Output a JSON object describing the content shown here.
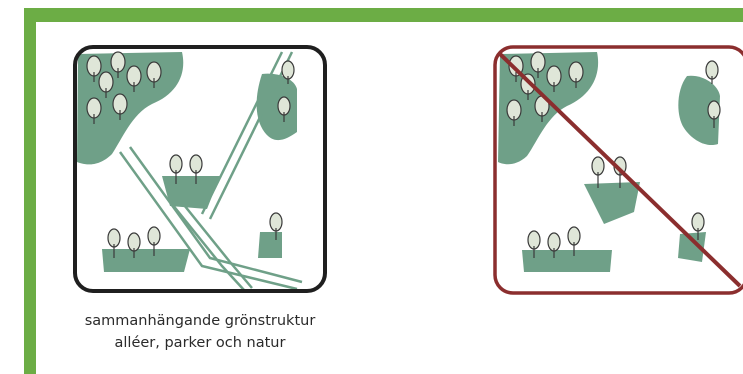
{
  "caption": {
    "line1": "sammanhängande grönstruktur",
    "line2": "alléer, parker och natur"
  },
  "panels": [
    {
      "kind": "connected-green-structure",
      "frame_color": "#1f1f1f",
      "crossed_out": false
    },
    {
      "kind": "fragmented-green-structure",
      "frame_color": "#8b2e2e",
      "crossed_out": true
    }
  ],
  "colors": {
    "green_border": "#6cad45",
    "green_area": "#6fa088",
    "tree_crown": "#dfe6d8",
    "forbidden": "#8b2e2e"
  }
}
